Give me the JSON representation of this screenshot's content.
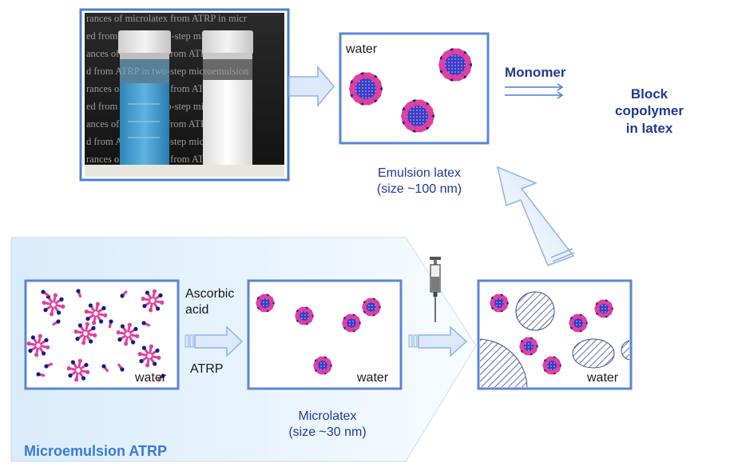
{
  "panels": {
    "emulsion_box_water": "water",
    "micro_start_water": "water",
    "microlatex_box_water": "water",
    "final_box_water": "water"
  },
  "labels": {
    "monomer": "Monomer",
    "block_copolymer": "Block copolymer\nin latex",
    "emulsion_latex": "Emulsion latex\n(size ~100 nm)",
    "ascorbic_acid": "Ascorbic\nacid",
    "atrp": "ATRP",
    "microlatex": "Microlatex\n(size ~30 nm)",
    "section_title": "Microemulsion ATRP"
  },
  "photo": {
    "background_text": [
      "rances of microlatex from ATRP in micr",
      "ed from ATRP in two-step microemulsion",
      "ances of microlatex from ATRP in micro",
      "d from ATRP in two-step microemulsion",
      "rances of microlatex from ATRP in micr",
      "ed from ATRP in two-step microemulsion",
      "ances of microlatex from ATRP in micro",
      "d from ATRP in two-step microemulsion",
      "rances of microlatex from ATRP in micr"
    ]
  },
  "colors": {
    "box_border": "#5b86d6",
    "label_blue": "#1f3a93",
    "particle_head_pink": "#e0409e",
    "particle_head_navy": "#1a1a8a",
    "particle_core": "#3b3bc8",
    "arrow_fill": "#dbe9fb",
    "arrow_stroke": "#8fb3e6"
  }
}
